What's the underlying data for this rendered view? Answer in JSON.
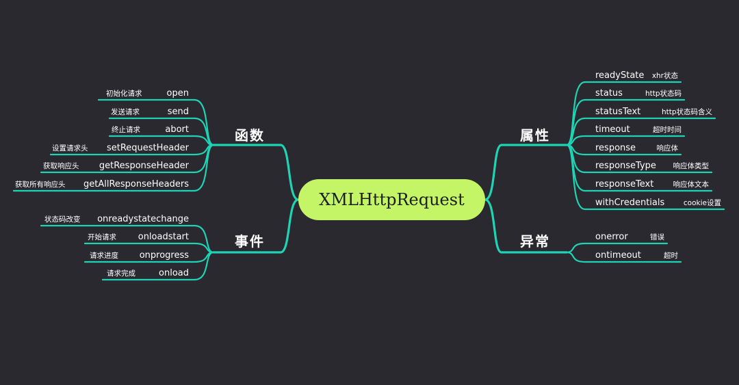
{
  "center": "XMLHttpRequest",
  "colors": {
    "background": "#2b2930",
    "line": "#1fd3b5",
    "center_fill": "#c3f566"
  },
  "functions": {
    "title": "函数",
    "items": [
      {
        "label": "open",
        "note": "初始化请求"
      },
      {
        "label": "send",
        "note": "发送请求"
      },
      {
        "label": "abort",
        "note": "终止请求"
      },
      {
        "label": "setRequestHeader",
        "note": "设置请求头"
      },
      {
        "label": "getResponseHeader",
        "note": "获取响应头"
      },
      {
        "label": "getAllResponseHeaders",
        "note": "获取所有响应头"
      }
    ]
  },
  "events": {
    "title": "事件",
    "items": [
      {
        "label": "onreadystatechange",
        "note": "状态码改变"
      },
      {
        "label": "onloadstart",
        "note": "开始请求"
      },
      {
        "label": "onprogress",
        "note": "请求进度"
      },
      {
        "label": "onload",
        "note": "请求完成"
      }
    ]
  },
  "properties": {
    "title": "属性",
    "items": [
      {
        "label": "readyState",
        "note": "xhr状态"
      },
      {
        "label": "status",
        "note": "http状态码"
      },
      {
        "label": "statusText",
        "note": "http状态码含义"
      },
      {
        "label": "timeout",
        "note": "超时时间"
      },
      {
        "label": "response",
        "note": "响应体"
      },
      {
        "label": "responseType",
        "note": "响应体类型"
      },
      {
        "label": "responseText",
        "note": "响应体文本"
      },
      {
        "label": "withCredentials",
        "note": "cookie设置"
      }
    ]
  },
  "exceptions": {
    "title": "异常",
    "items": [
      {
        "label": "onerror",
        "note": "错误"
      },
      {
        "label": "ontimeout",
        "note": "超时"
      }
    ]
  }
}
